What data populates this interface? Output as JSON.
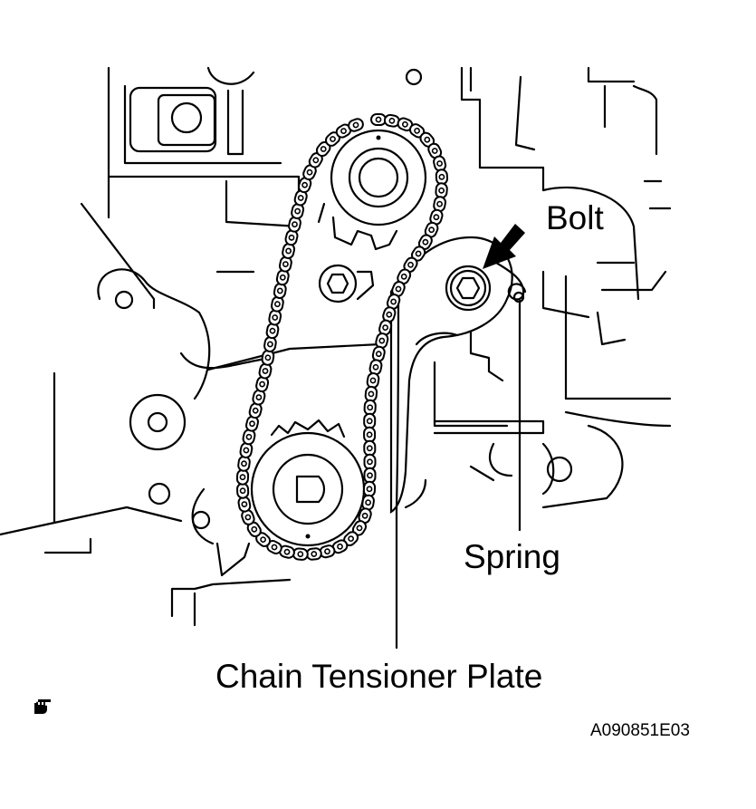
{
  "labels": {
    "bolt": "Bolt",
    "spring": "Spring",
    "chain_tensioner_plate": "Chain Tensioner Plate"
  },
  "figure_code": "A090851E03",
  "icons": {
    "corner_mark": "service-procedure-icon"
  }
}
